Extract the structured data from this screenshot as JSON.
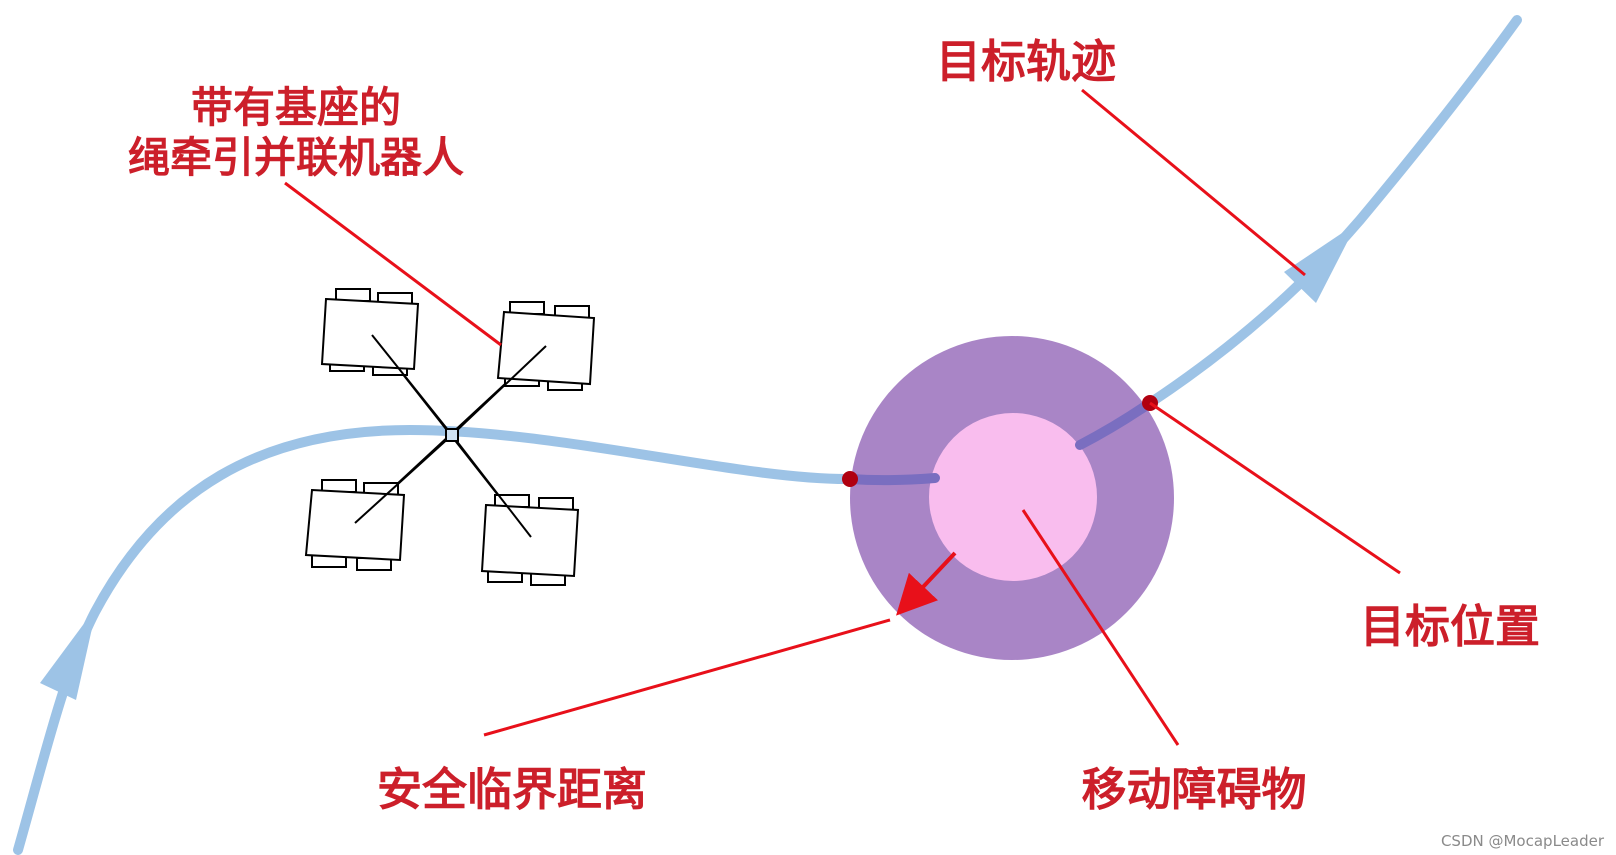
{
  "labels": {
    "robot_line1": "带有基座的",
    "robot_line2": "绳牵引并联机器人",
    "target_trajectory": "目标轨迹",
    "target_position": "目标位置",
    "safety_distance": "安全临界距离",
    "moving_obstacle": "移动障碍物"
  },
  "watermark": "CSDN @MocapLeader",
  "colors": {
    "trajectory": "#9dc3e6",
    "trajectory_inside": "#7a6ec0",
    "safety_zone": "#a985c6",
    "obstacle": "#f9bdee",
    "annotation": "#e8101a",
    "label_text": "#cc1f2a",
    "target_point": "#b00010"
  }
}
